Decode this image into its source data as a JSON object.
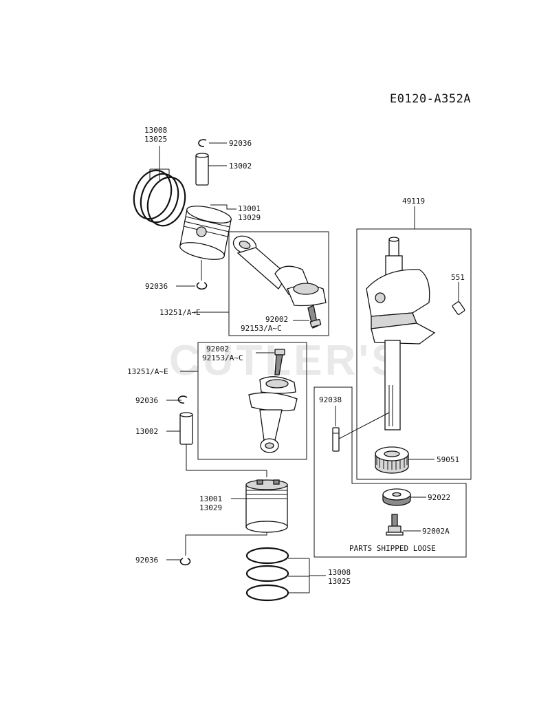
{
  "diagram_code": "E0120-A352A",
  "watermark": "CUTLER'S",
  "labels": {
    "rings_top": [
      "13008",
      "13025"
    ],
    "clip_top_1": "92036",
    "pin_top": "13002",
    "piston_top": [
      "13001",
      "13029"
    ],
    "clip_top_2": "92036",
    "rod_top": "13251/A~E",
    "bolt_top": [
      "92002",
      "92153/A~C"
    ],
    "crankshaft": "49119",
    "pin_551": "551",
    "bolt_mid": [
      "92002",
      "92153/A~C"
    ],
    "rod_mid": "13251/A~E",
    "clip_mid_1": "92036",
    "key": "92038",
    "pin_mid": "13002",
    "gear": "59051",
    "washer": "92022",
    "piston_bot": [
      "13001",
      "13029"
    ],
    "bolt_bot": "92002A",
    "clip_bot": "92036",
    "parts_loose": "PARTS SHIPPED LOOSE",
    "rings_bot": [
      "13008",
      "13025"
    ]
  }
}
